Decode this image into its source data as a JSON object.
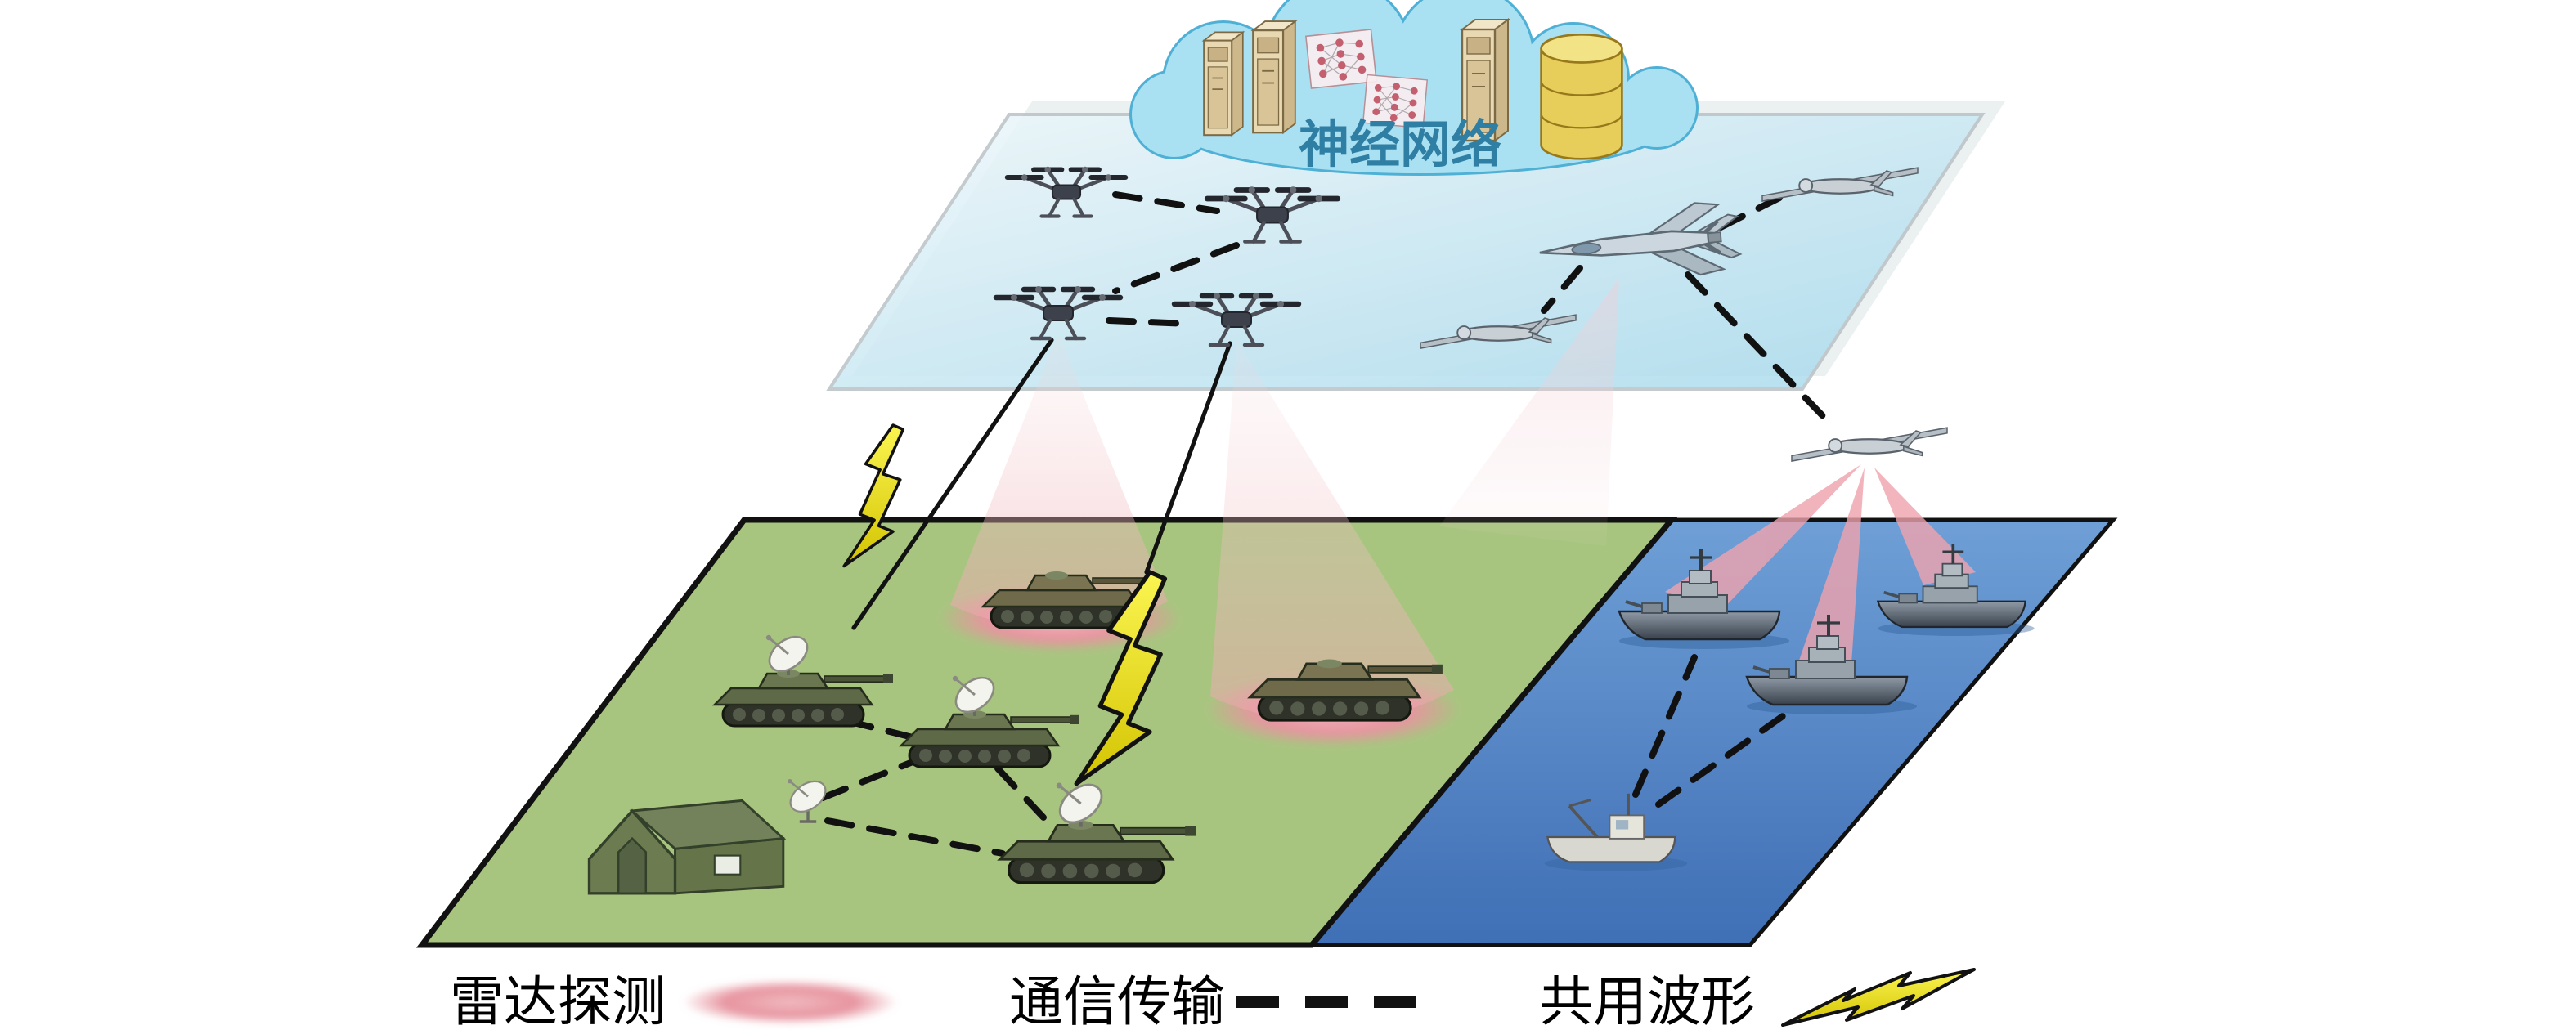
{
  "scene": {
    "cloud": {
      "label": "神经网络",
      "contents": [
        "server-icon",
        "server-icon",
        "neural-network-icon",
        "neural-network-icon",
        "server-icon",
        "database-icon"
      ]
    },
    "legend": {
      "radar": {
        "label": "雷达探测",
        "symbol": "radar-ellipse"
      },
      "comm": {
        "label": "通信传输",
        "symbol": "dashed-line"
      },
      "waveform": {
        "label": "共用波形",
        "symbol": "lightning-bolt"
      }
    },
    "colors": {
      "sky_plane": "#a6d9ec",
      "ground_plane": "#a8c580",
      "sea_plane": "#4f7fc2",
      "cloud_fill": "#a9e0f2",
      "cloud_label": "#2f7ea3",
      "radar_pink": "#e795a0",
      "beam_pink": "#eda6ae",
      "lightning_yellow": "#f1e53a",
      "link_black": "#111111"
    },
    "layers": {
      "aerial": {
        "hexacopter_drones": 4,
        "fighter_jets": 1,
        "fixed_wing_uavs": 3
      },
      "ground": {
        "radar_vehicles": 3,
        "tanks_detected": 2,
        "command_tents": 1,
        "satellite_dishes": 1
      },
      "sea": {
        "warships": 3,
        "patrol_boats": 1
      }
    }
  }
}
